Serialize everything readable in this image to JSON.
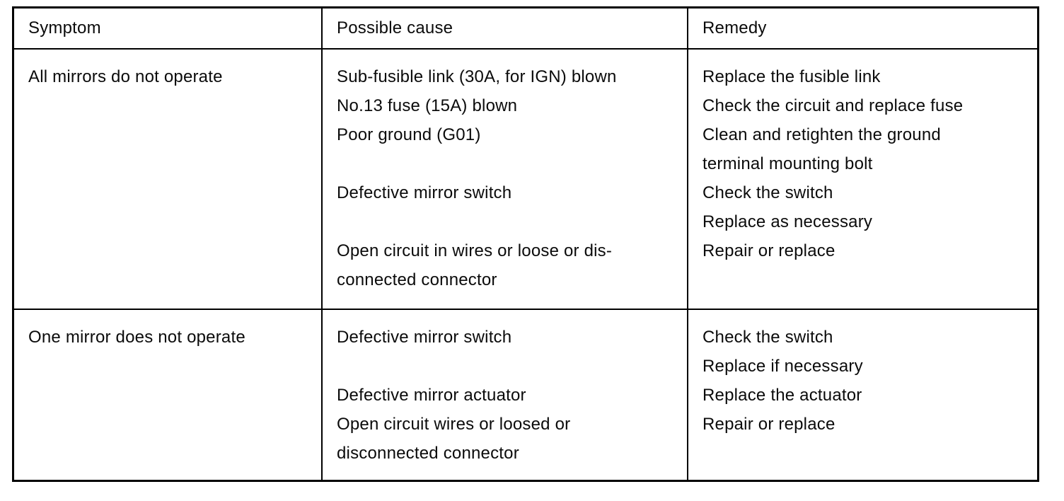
{
  "table": {
    "border_color": "#000000",
    "text_color": "#0b0b0b",
    "headers": [
      "Symptom",
      "Possible cause",
      "Remedy"
    ],
    "rows": [
      {
        "symptom": "All mirrors do not operate",
        "cause_lines": [
          "Sub-fusible link (30A, for IGN) blown",
          "No.13 fuse (15A) blown",
          "Poor ground (G01)",
          "",
          "Defective mirror switch",
          "",
          "Open circuit in wires or loose or dis-",
          "connected connector"
        ],
        "remedy_lines": [
          "Replace the fusible link",
          "Check the circuit and replace fuse",
          "Clean and retighten the ground",
          "terminal mounting bolt",
          "Check the switch",
          "Replace as necessary",
          "Repair or replace"
        ]
      },
      {
        "symptom": "One mirror does not operate",
        "cause_lines": [
          "Defective mirror switch",
          "",
          "Defective mirror actuator",
          "Open circuit wires or loosed or",
          "disconnected connector"
        ],
        "remedy_lines": [
          "Check the switch",
          "Replace if necessary",
          "Replace the actuator",
          "Repair or replace"
        ]
      }
    ]
  }
}
